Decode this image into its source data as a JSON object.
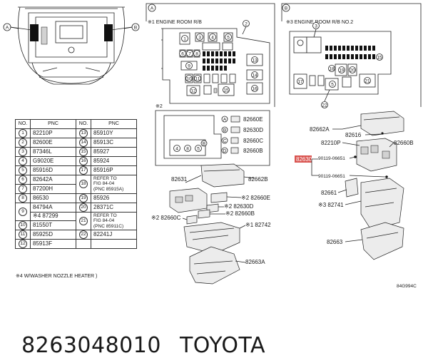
{
  "footer": {
    "part_number": "8263048010",
    "brand": "TOYOTA"
  },
  "image_code": "84G994C",
  "footnote": "※4 W/WASHER NOZZLE HEATER )",
  "top_view": {
    "callout_a": "A",
    "callout_b": "B"
  },
  "table": {
    "headers": [
      "NO.",
      "PNC",
      "NO.",
      "PNC"
    ],
    "rows": [
      {
        "n1": "1",
        "p1": "82210P",
        "n2": "13",
        "p2": "85910Y"
      },
      {
        "n1": "2",
        "p1": "82600E",
        "n2": "14",
        "p2": "85913C"
      },
      {
        "n1": "3",
        "p1": "87346L",
        "n2": "15",
        "p2": "85927"
      },
      {
        "n1": "4",
        "p1": "G9020E",
        "n2": "16",
        "p2": "85924"
      },
      {
        "n1": "5",
        "p1": "85916D",
        "n2": "17",
        "p2": "85916P"
      },
      {
        "n1": "6",
        "p1": "82642A",
        "n2": "18",
        "p2": "REFER TO\nFIG 84-04\n(PNC 85915A)"
      },
      {
        "n1": "7",
        "p1": "87200H",
        "n2": "",
        "p2": ""
      },
      {
        "n1": "8",
        "p1": "86530",
        "n2": "19",
        "p2": "85926"
      },
      {
        "n1": "9",
        "p1": "84794A",
        "n2": "20",
        "p2": "28371C"
      },
      {
        "n1": "",
        "p1": "※4 87299",
        "n2": "21",
        "p2": "REFER TO\nFIG 84-04\n(PNC 85911C)"
      },
      {
        "n1": "10",
        "p1": "81550T",
        "n2": "",
        "p2": ""
      },
      {
        "n1": "11",
        "p1": "85925D",
        "n2": "22",
        "p2": "82241J"
      },
      {
        "n1": "12",
        "p1": "85913F",
        "n2": "",
        "p2": ""
      }
    ]
  },
  "panel_a": {
    "letter": "A",
    "title": "※1 ENGINE ROOM R/B",
    "callouts": [
      "1",
      "2",
      "3",
      "4",
      "5",
      "6",
      "7",
      "8",
      "9",
      "10",
      "11",
      "12",
      "13",
      "14",
      "15",
      "16"
    ]
  },
  "panel_b": {
    "letter": "B",
    "title": "※3 ENGINE ROOM R/B NO.2",
    "callouts": [
      "15",
      "18",
      "19",
      "20",
      "21",
      "17",
      "3",
      "5",
      "22"
    ]
  },
  "inset": {
    "mark": "※2",
    "callouts": [
      "4",
      "8",
      "5"
    ],
    "letters": [
      "A",
      "B",
      "C",
      "D",
      "B"
    ],
    "labels": [
      "82660E",
      "82630D",
      "82660C",
      "82660B"
    ]
  },
  "center_parts": {
    "labels": [
      "82631",
      "82662B",
      "※2 82660E",
      "※2 82630D",
      "※2 82660B",
      "※2 82660C",
      "※1 82742",
      "82663A"
    ]
  },
  "right_parts": {
    "labels": [
      "82662A",
      "82616",
      "82660B",
      "82210P",
      "90119-06651",
      "90119-06651",
      "82661",
      "※3 82741",
      "82663"
    ],
    "highlight": "82630"
  }
}
